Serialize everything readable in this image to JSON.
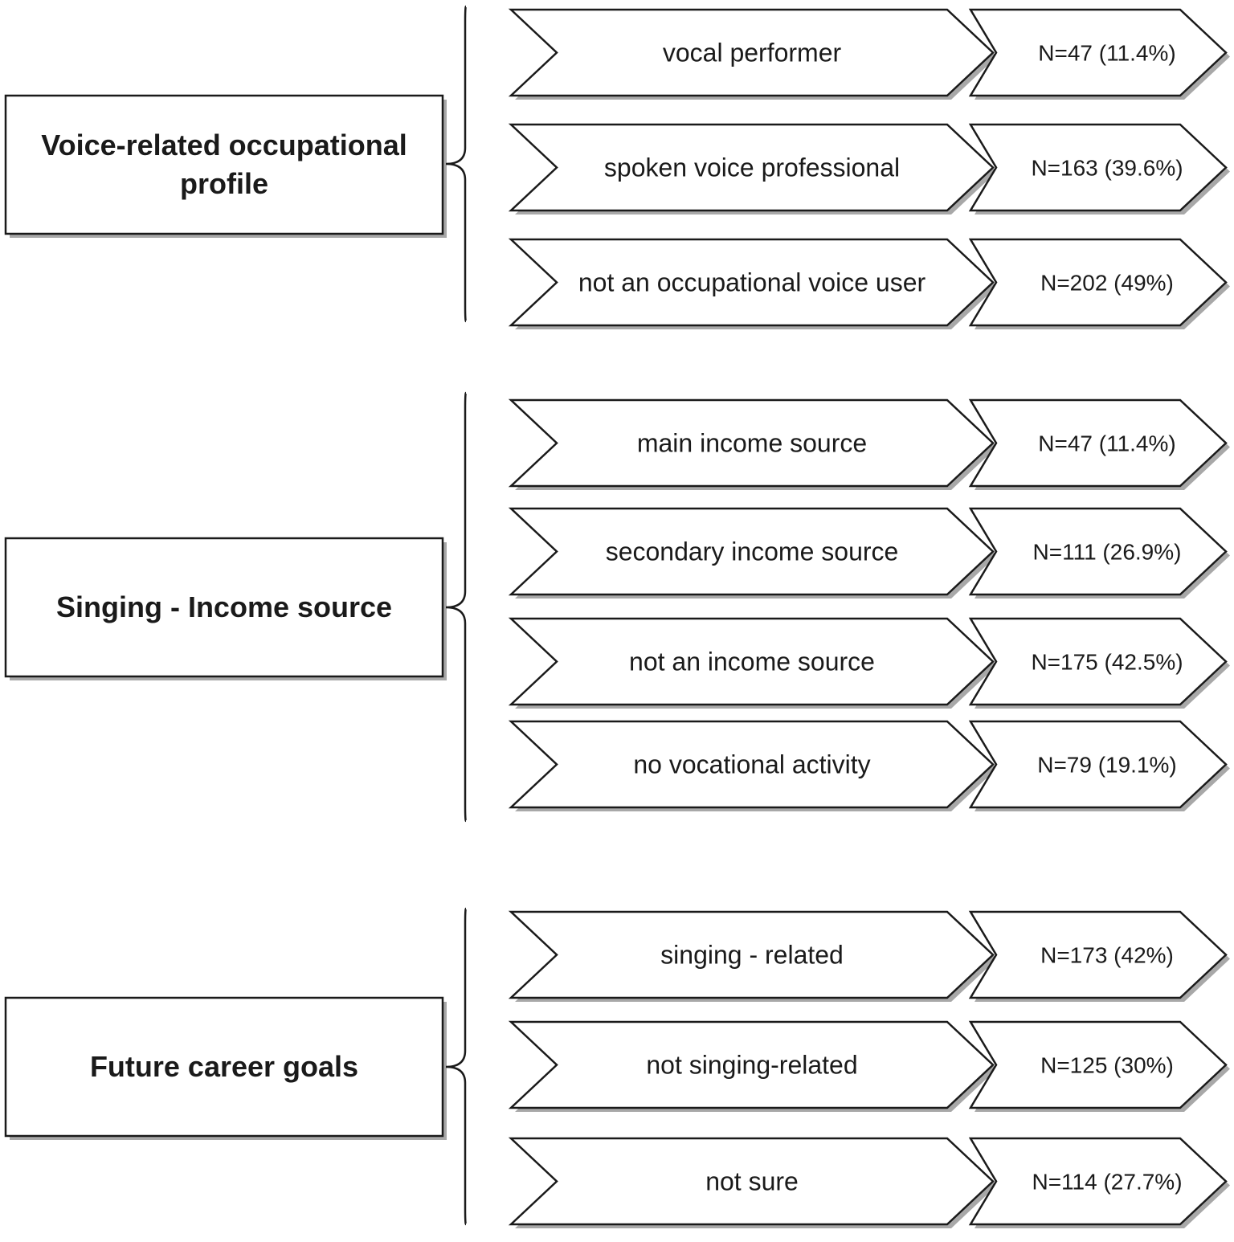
{
  "groups": [
    {
      "title": "Voice-related occupational profile",
      "title_lines": [
        "Voice-related occupational",
        "profile"
      ],
      "options": [
        {
          "label": "vocal performer",
          "count": "N=47 (11.4%)"
        },
        {
          "label": "spoken voice professional",
          "count": "N=163 (39.6%)"
        },
        {
          "label": "not an occupational voice user",
          "count": "N=202 (49%)"
        }
      ]
    },
    {
      "title": "Singing - Income source",
      "title_lines": [
        "Singing - Income source"
      ],
      "options": [
        {
          "label": "main income source",
          "count": "N=47 (11.4%)"
        },
        {
          "label": "secondary income source",
          "count": "N=111 (26.9%)"
        },
        {
          "label": "not an income source",
          "count": "N=175 (42.5%)"
        },
        {
          "label": "no vocational activity",
          "count": "N=79 (19.1%)"
        }
      ]
    },
    {
      "title": "Future career goals",
      "title_lines": [
        "Future career goals"
      ],
      "options": [
        {
          "label": "singing - related",
          "count": "N=173 (42%)"
        },
        {
          "label": "not singing-related",
          "count": "N=125 (30%)"
        },
        {
          "label": "not sure",
          "count": "N=114 (27.7%)"
        }
      ]
    }
  ],
  "colors": {
    "stroke": "#1a1a1a",
    "shadow": "#a8a8a8",
    "fill": "#ffffff"
  }
}
